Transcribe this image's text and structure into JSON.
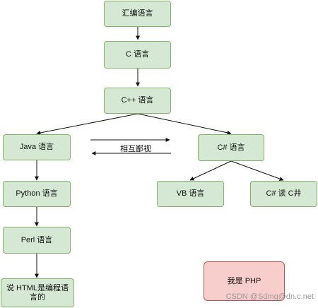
{
  "nodes": {
    "assembly": "汇编语言",
    "c": "C 语言",
    "cpp": "C++ 语言",
    "java": "Java 语言",
    "csharp": "C# 语言",
    "python": "Python 语言",
    "vb": "VB 语言",
    "csharp_cn": "C# 读 C井",
    "perl": "Perl 语言",
    "html": "说 HTML是编程语言的",
    "php": "我是 PHP"
  },
  "edge_labels": {
    "mutual": "相互鄙视"
  },
  "watermark": "CSDN @Sdmg@dn.c.net",
  "colors": {
    "node_fill": "#d5e8d4",
    "node_border": "#82b366",
    "highlight_fill": "#f8cecc",
    "highlight_border": "#b85450"
  }
}
